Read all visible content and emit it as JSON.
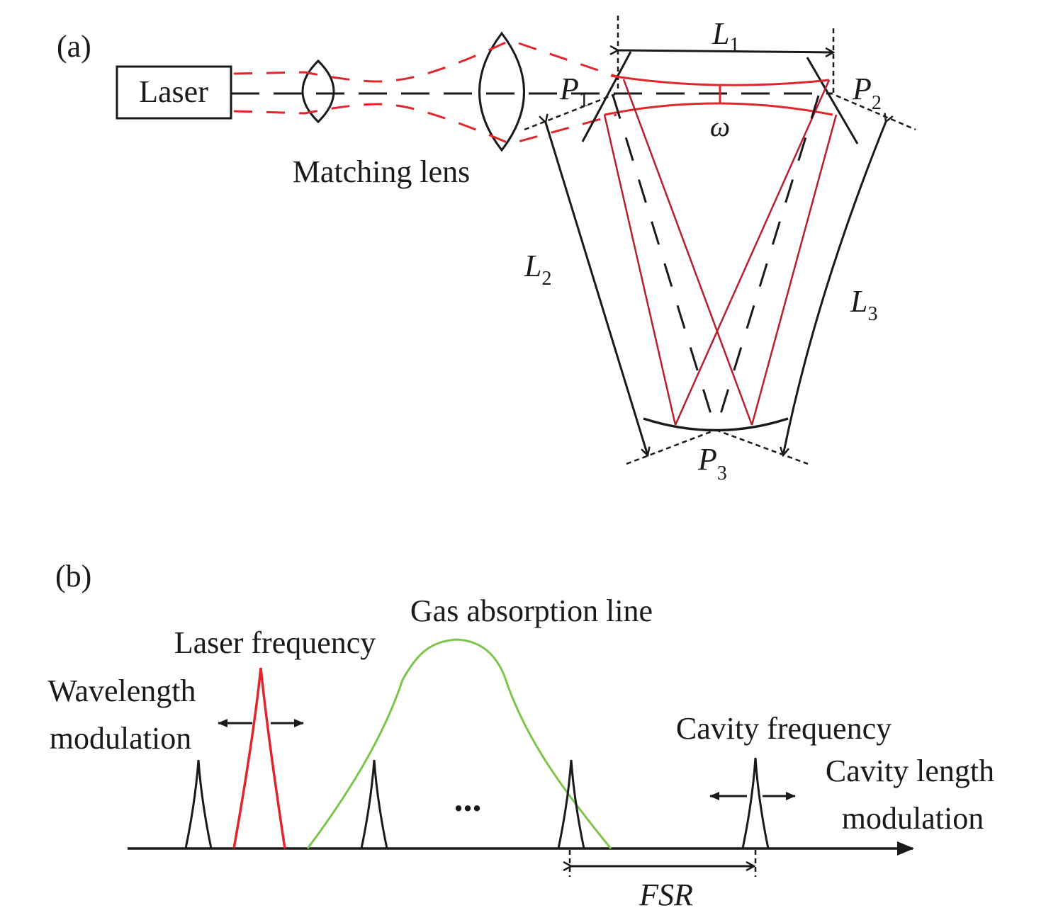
{
  "panel_a": {
    "label": "(a)",
    "laser_label": "Laser",
    "lens_label": "Matching lens",
    "length_labels": {
      "L1": {
        "main": "L",
        "sub": "1"
      },
      "L2": {
        "main": "L",
        "sub": "2"
      },
      "L3": {
        "main": "L",
        "sub": "3"
      }
    },
    "point_labels": {
      "P1": {
        "main": "P",
        "sub": "1"
      },
      "P2": {
        "main": "P",
        "sub": "2"
      },
      "P3": {
        "main": "P",
        "sub": "3"
      }
    },
    "waist_label": "ω"
  },
  "panel_b": {
    "label": "(b)",
    "gas_line_label": "Gas absorption line",
    "laser_freq_label": "Laser frequency",
    "wavelength_mod_label": [
      "Wavelength",
      "modulation"
    ],
    "cavity_freq_label": "Cavity frequency",
    "cavity_length_mod_label": [
      "Cavity length",
      "modulation"
    ],
    "ellipsis": "...",
    "fsr_label": "FSR"
  },
  "colors": {
    "beam_red": "#e0252b",
    "cavity_beam_red": "#b5202a",
    "gas_line_green": "#7dc54a",
    "line_black": "#1a1a1a"
  }
}
